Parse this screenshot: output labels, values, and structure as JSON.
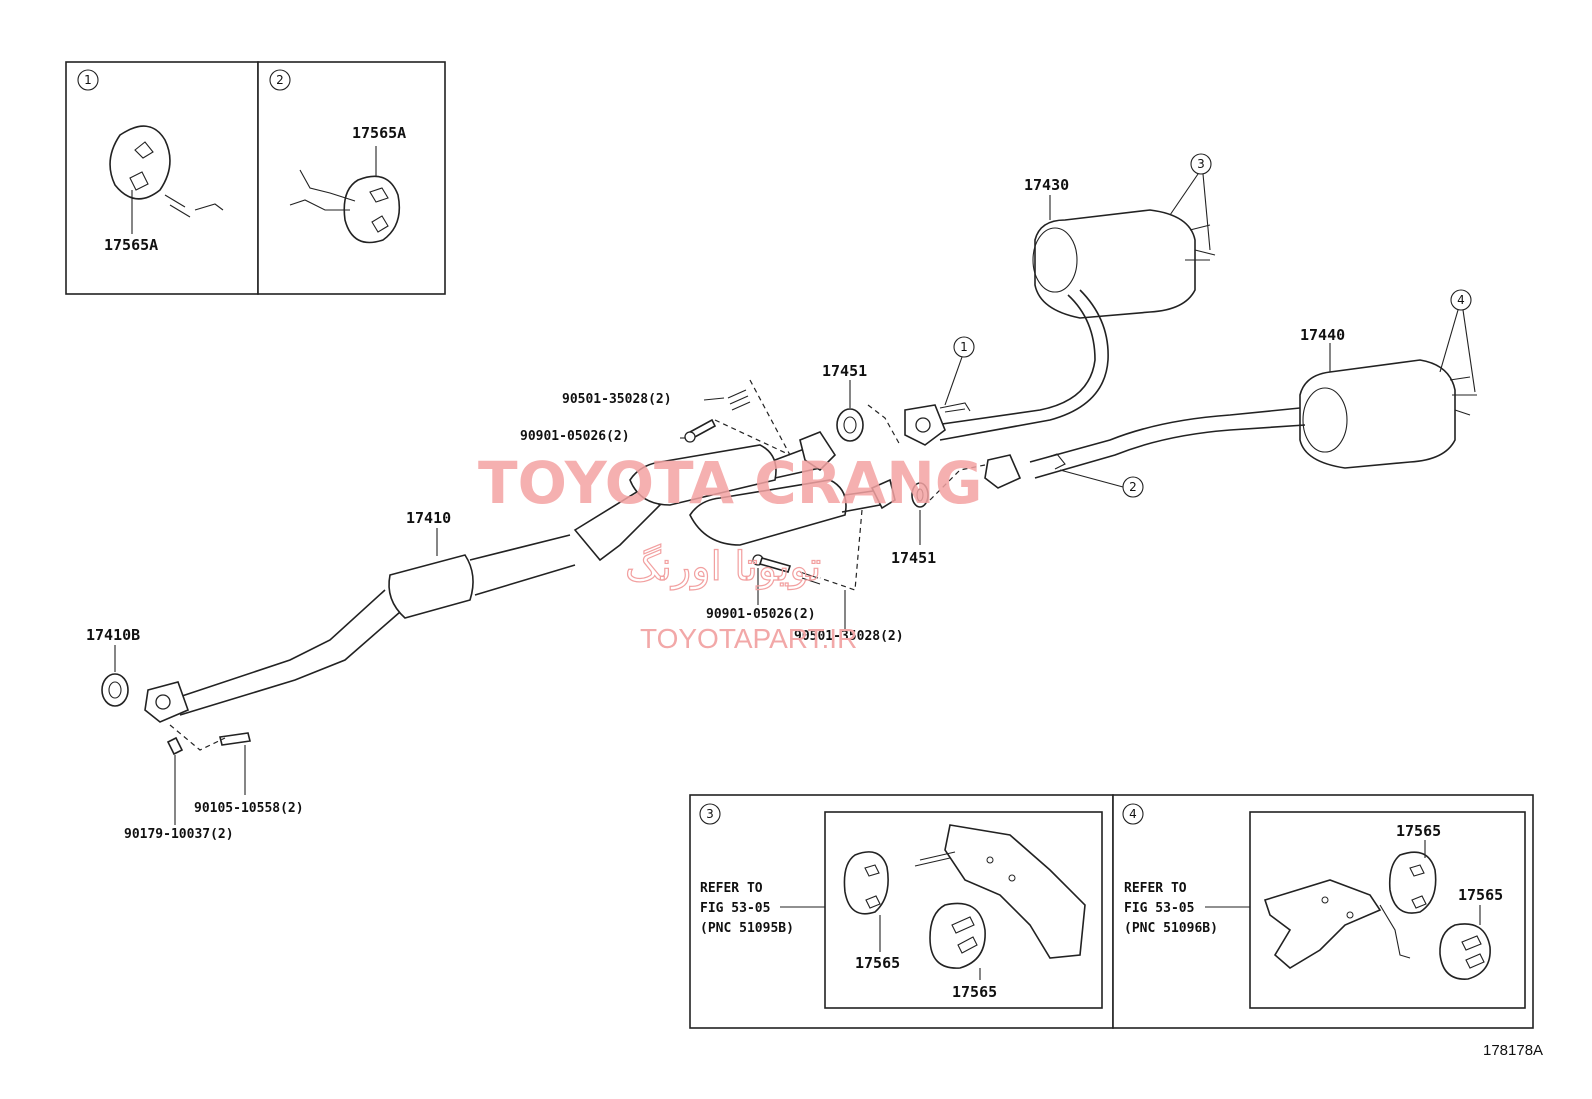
{
  "inset_boxes": {
    "box1": {
      "num": "1",
      "part": "17565A"
    },
    "box2": {
      "num": "2",
      "part": "17565A"
    },
    "box3": {
      "num": "3",
      "refer_line1": "REFER TO",
      "refer_line2": "FIG 53-05",
      "refer_line3": "(PNC 51095B)",
      "part_a": "17565",
      "part_b": "17565"
    },
    "box4": {
      "num": "4",
      "refer_line1": "REFER TO",
      "refer_line2": "FIG 53-05",
      "refer_line3": "(PNC 51096B)",
      "part_a": "17565",
      "part_b": "17565"
    }
  },
  "labels": {
    "p17430": "17430",
    "p17440": "17440",
    "p17410": "17410",
    "p17410B": "17410B",
    "p17451_top": "17451",
    "p17451_bottom": "17451",
    "bolt_top_a": "90501-35028(2)",
    "bolt_top_b": "90901-05026(2)",
    "bolt_mid_a": "90901-05026(2)",
    "bolt_mid_b": "90501-35028(2)",
    "bolt_front_a": "90105-10558(2)",
    "bolt_front_b": "90179-10037(2)"
  },
  "callouts": {
    "c1": "1",
    "c2": "2",
    "c3": "3",
    "c4": "4"
  },
  "watermark": {
    "brand": "TOYOTA CRANG",
    "persian": "تویوتا اورنگ",
    "url": "TOYOTAPART.IR"
  },
  "figure_code": "178178A"
}
